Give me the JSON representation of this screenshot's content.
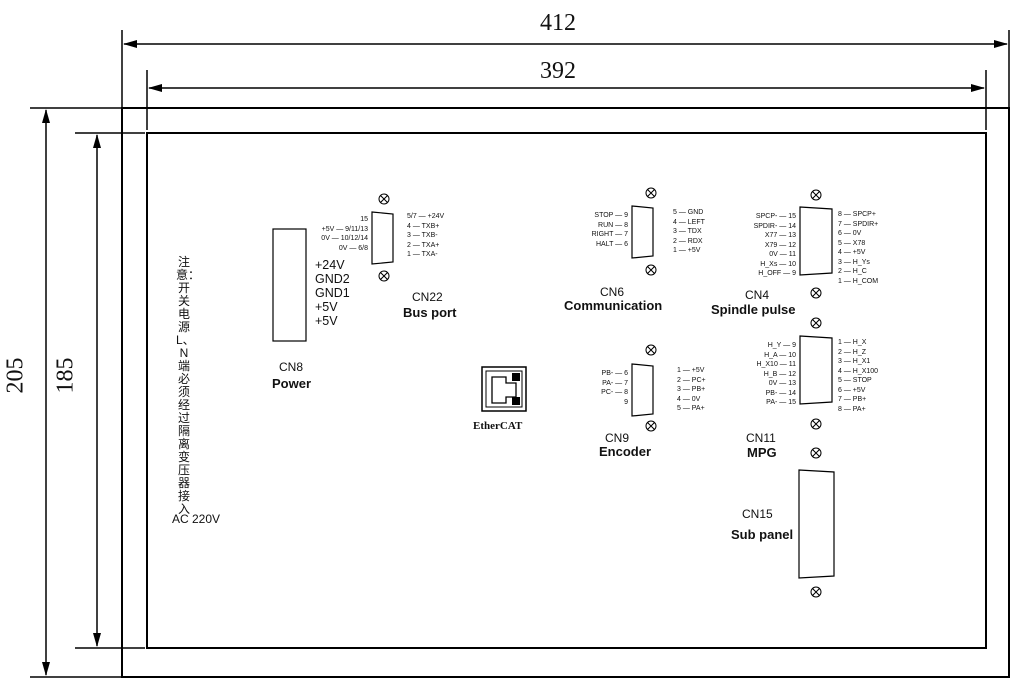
{
  "dimensions": {
    "outer_width": "412",
    "inner_width": "392",
    "outer_height": "205",
    "inner_height": "185"
  },
  "note": {
    "chinese": "注意：开关电源L、N端必须经过隔离变压器接入",
    "ac": "AC 220V"
  },
  "cn8": {
    "id": "CN8",
    "title": "Power",
    "voltages": [
      "+24V",
      "GND2",
      "GND1",
      "+5V",
      "+5V"
    ]
  },
  "cn22": {
    "id": "CN22",
    "title": "Bus port",
    "left_pins": [
      "15",
      "+5V — 9/11/13",
      "0V — 10/12/14",
      "0V — 6/8"
    ],
    "right_pins": [
      "5/7 — +24V",
      "4 — TXB+",
      "3 — TXB-",
      "2 — TXA+",
      "1 — TXA-"
    ]
  },
  "ethercat": {
    "label": "EtherCAT"
  },
  "cn6": {
    "id": "CN6",
    "title": "Communication",
    "left_pins": [
      "STOP — 9",
      "RUN — 8",
      "RIGHT — 7",
      "HALT — 6"
    ],
    "right_pins": [
      "5 — GND",
      "4 — LEFT",
      "3 — TDX",
      "2 — RDX",
      "1 — +5V"
    ]
  },
  "cn4": {
    "id": "CN4",
    "title": "Spindle pulse",
    "left_pins": [
      "SPCP- — 15",
      "SPDIR- — 14",
      "X77 — 13",
      "X79 — 12",
      "0V — 11",
      "H_Xs — 10",
      "H_OFF — 9"
    ],
    "right_pins": [
      "8 — SPCP+",
      "7 — SPDIR+",
      "6 — 0V",
      "5 — X78",
      "4 — +5V",
      "3 — H_Ys",
      "2 — H_C",
      "1 — H_COM"
    ]
  },
  "cn9": {
    "id": "CN9",
    "title": "Encoder",
    "left_pins": [
      "PB- — 6",
      "PA- — 7",
      "PC- — 8",
      "9"
    ],
    "right_pins": [
      "1 — +5V",
      "2 — PC+",
      "3 — PB+",
      "4 — 0V",
      "5 — PA+"
    ]
  },
  "cn11": {
    "id": "CN11",
    "title": "MPG",
    "left_pins": [
      "H_Y — 9",
      "H_A — 10",
      "H_X10 — 11",
      "H_B — 12",
      "0V — 13",
      "PB- — 14",
      "PA- — 15"
    ],
    "right_pins": [
      "1 — H_X",
      "2 — H_Z",
      "3 — H_X1",
      "4 — H_X100",
      "5 — STOP",
      "6 — +5V",
      "7 — PB+",
      "8 — PA+"
    ]
  },
  "cn15": {
    "id": "CN15",
    "title": "Sub panel"
  }
}
